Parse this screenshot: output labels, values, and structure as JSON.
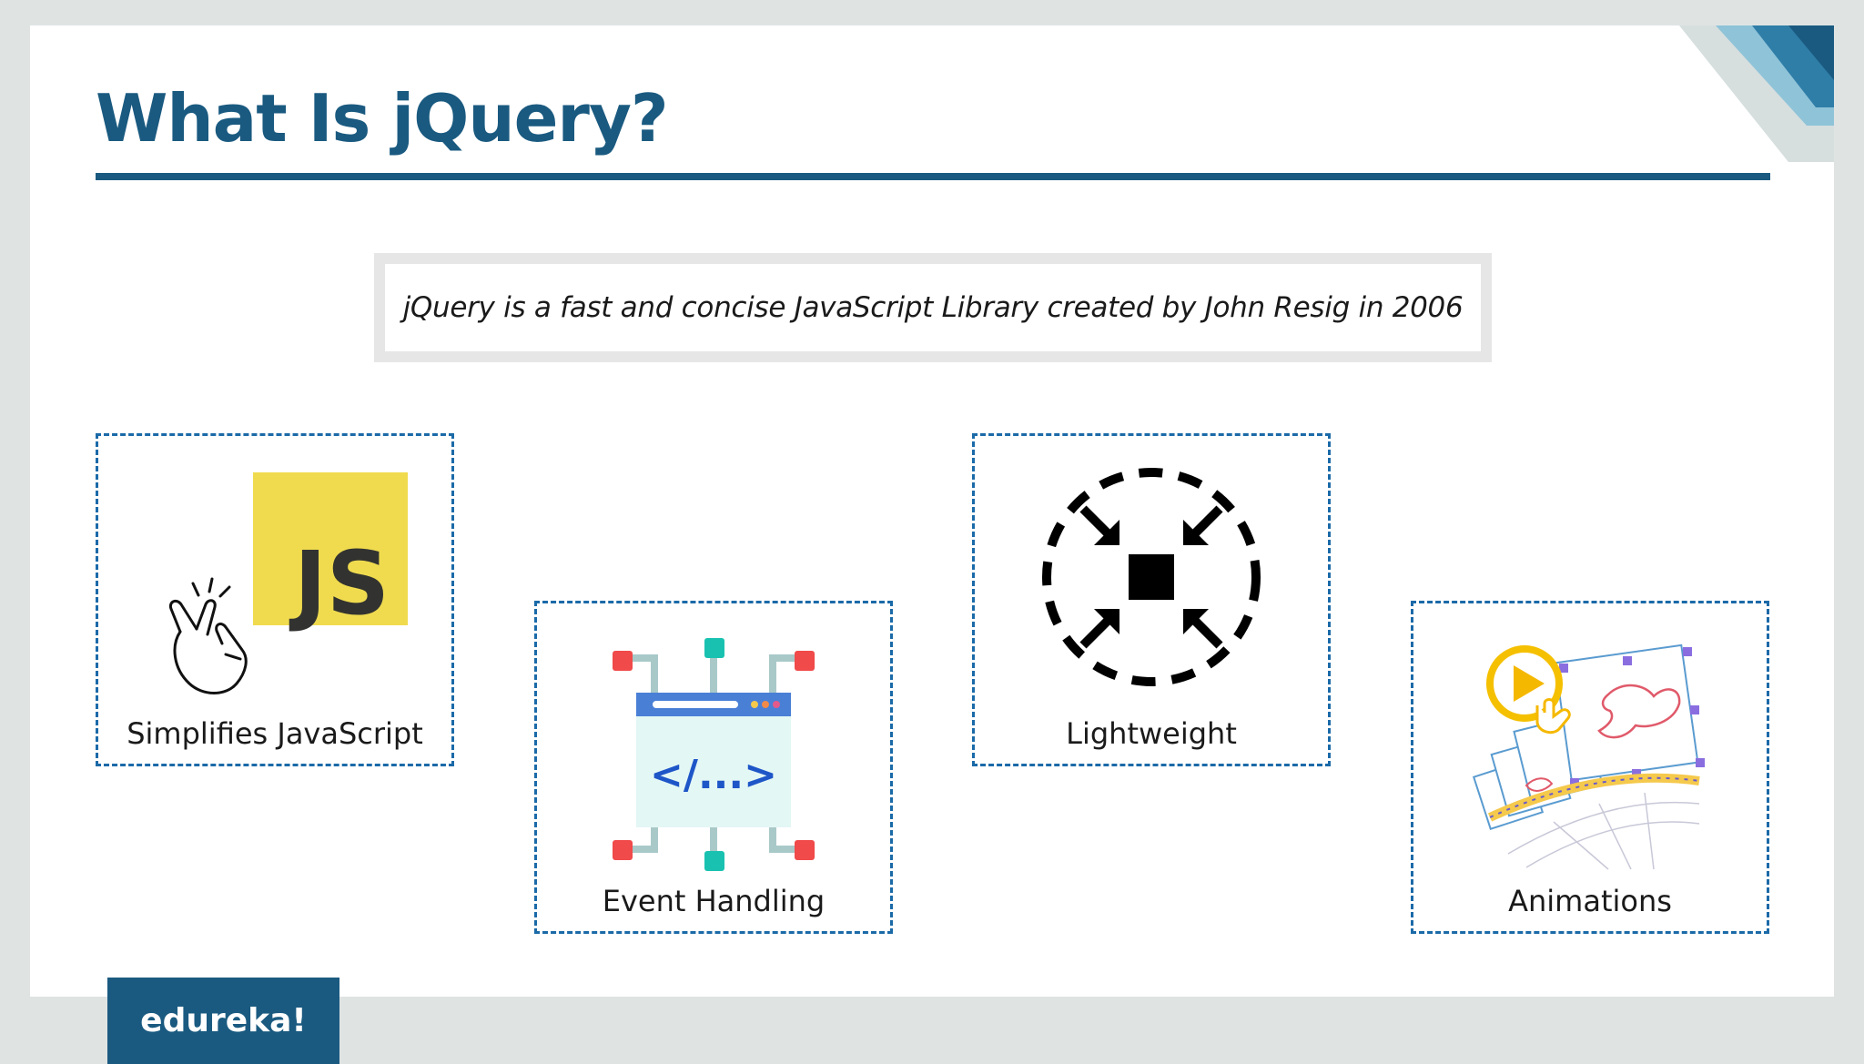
{
  "slide": {
    "title": "What Is jQuery?",
    "definition": "jQuery is a fast and concise JavaScript Library created by John Resig in 2006"
  },
  "features": [
    {
      "label": "Simplifies JavaScript",
      "icon": "javascript-snap-icon"
    },
    {
      "label": "Event Handling",
      "icon": "code-network-icon"
    },
    {
      "label": "Lightweight",
      "icon": "compress-arrows-icon"
    },
    {
      "label": "Animations",
      "icon": "animation-frames-icon"
    }
  ],
  "brand": {
    "logo_text": "edureka!"
  },
  "colors": {
    "accent": "#1a5a80",
    "card_border": "#1b6aa8",
    "js_yellow": "#f0db4f"
  }
}
